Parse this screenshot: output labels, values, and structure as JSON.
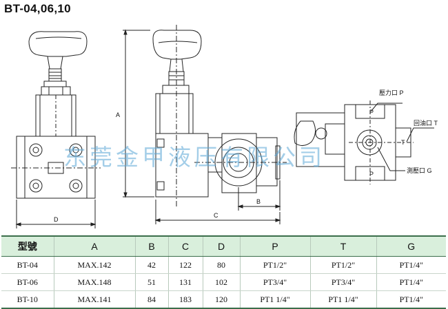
{
  "title": "BT-04,06,10",
  "watermark": "东莞金甲液压有限公司",
  "labels": {
    "dim_d": "D",
    "dim_a": "A",
    "dim_b": "B",
    "dim_c": "C",
    "port_p": "壓力口 P",
    "port_t": "回油口 T",
    "port_g": "測壓口 G",
    "mark_p_top": "P",
    "mark_p_bottom": "P",
    "mark_t": "T"
  },
  "table": {
    "headers": [
      "型號",
      "A",
      "B",
      "C",
      "D",
      "P",
      "T",
      "G"
    ],
    "rows": [
      [
        "BT-04",
        "MAX.142",
        "42",
        "122",
        "80",
        "PT1/2\"",
        "PT1/2\"",
        "PT1/4\""
      ],
      [
        "BT-06",
        "MAX.148",
        "51",
        "131",
        "102",
        "PT3/4\"",
        "PT3/4\"",
        "PT1/4\""
      ],
      [
        "BT-10",
        "MAX.141",
        "84",
        "183",
        "120",
        "PT1 1/4\"",
        "PT1 1/4\"",
        "PT1/4\""
      ]
    ]
  },
  "colors": {
    "line": "#222222",
    "header_bg": "#d9efdc",
    "watermark": "#5aa6d6"
  }
}
